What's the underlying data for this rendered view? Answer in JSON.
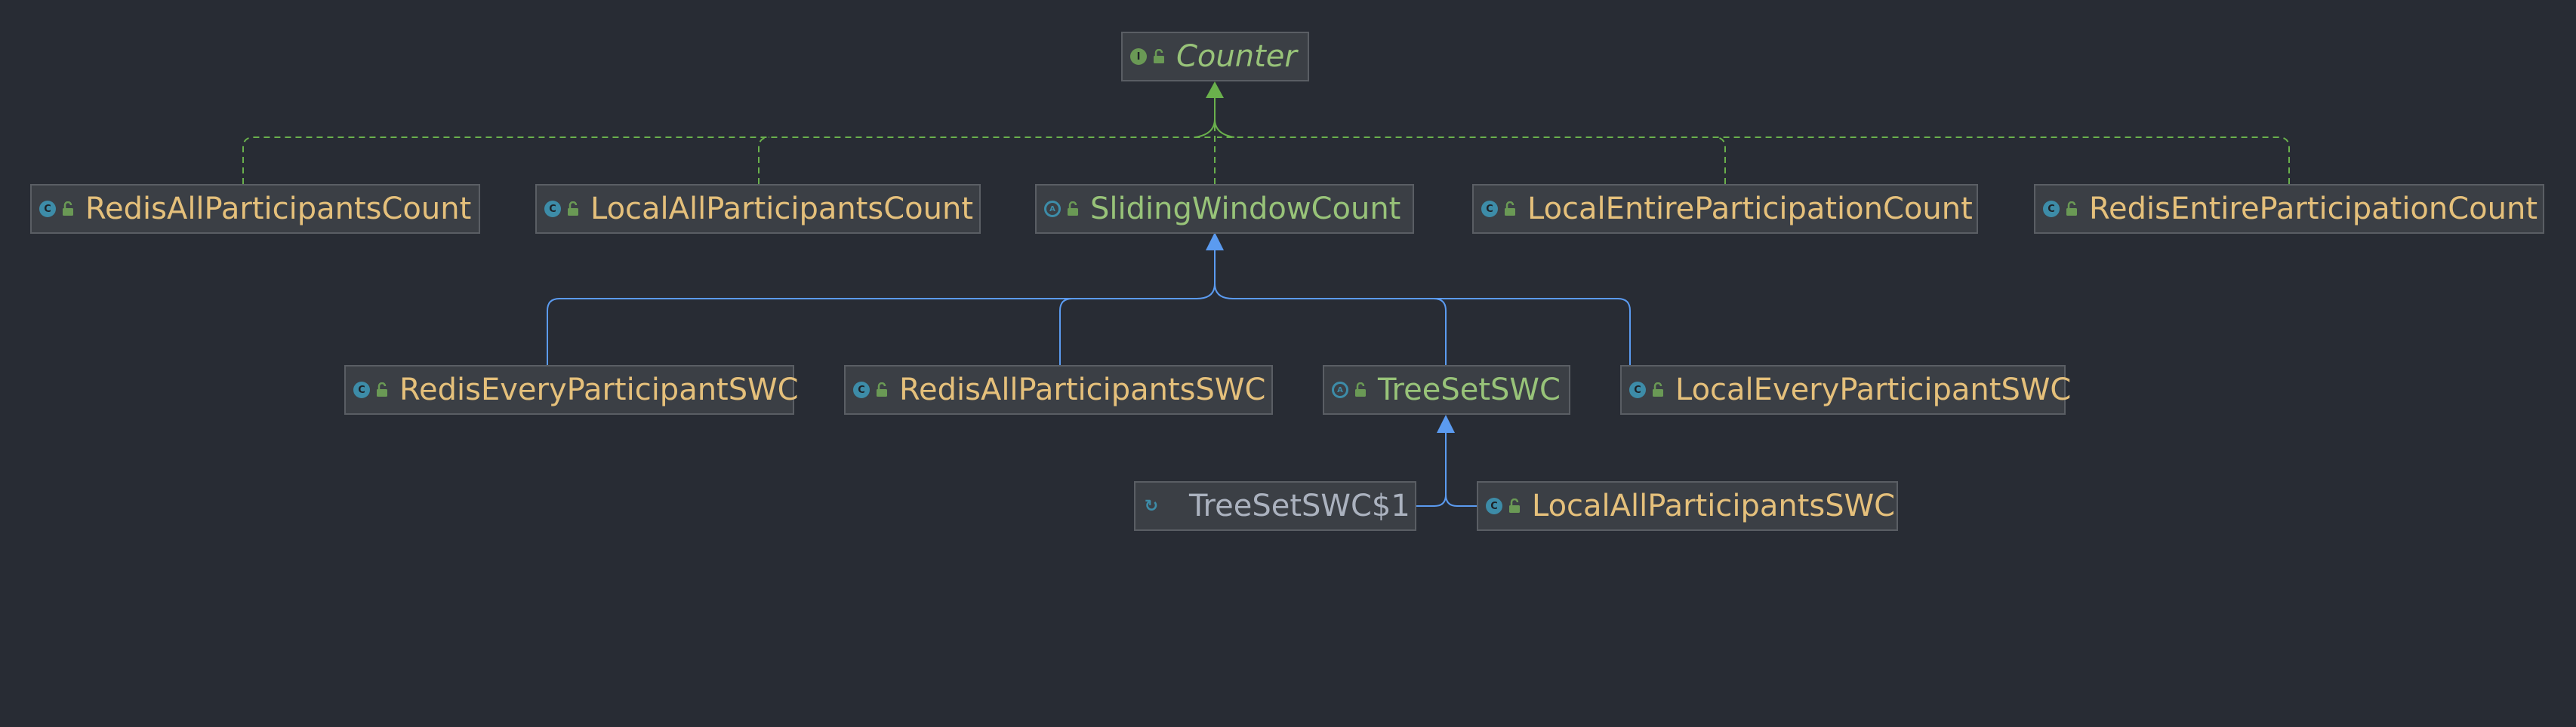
{
  "colors": {
    "background": "#282c34",
    "node_fill": "#3b3f45",
    "node_border": "#5a5e64",
    "implements_edge": "#6ab04c",
    "extends_edge": "#5b9bf0",
    "interface_text": "#98c379",
    "class_text": "#e5c07b",
    "abstract_text": "#98c379",
    "anonymous_text": "#abb2bf"
  },
  "nodes": [
    {
      "id": "counter",
      "label": "Counter",
      "kind": "interface",
      "icon": "interface-icon"
    },
    {
      "id": "redis_all_participants_count",
      "label": "RedisAllParticipantsCount",
      "kind": "class",
      "icon": "class-icon"
    },
    {
      "id": "local_all_participants_count",
      "label": "LocalAllParticipantsCount",
      "kind": "class",
      "icon": "class-icon"
    },
    {
      "id": "sliding_window_count",
      "label": "SlidingWindowCount",
      "kind": "abstract",
      "icon": "abstract-class-icon"
    },
    {
      "id": "local_entire_participation_count",
      "label": "LocalEntireParticipationCount",
      "kind": "class",
      "icon": "class-icon"
    },
    {
      "id": "redis_entire_participation_count",
      "label": "RedisEntireParticipationCount",
      "kind": "class",
      "icon": "class-icon"
    },
    {
      "id": "redis_every_participant_swc",
      "label": "RedisEveryParticipantSWC",
      "kind": "class",
      "icon": "class-icon"
    },
    {
      "id": "redis_all_participants_swc",
      "label": "RedisAllParticipantsSWC",
      "kind": "class",
      "icon": "class-icon"
    },
    {
      "id": "tree_set_swc",
      "label": "TreeSetSWC",
      "kind": "abstract",
      "icon": "abstract-class-icon"
    },
    {
      "id": "local_every_participant_swc",
      "label": "LocalEveryParticipantSWC",
      "kind": "class",
      "icon": "class-icon"
    },
    {
      "id": "tree_set_swc_1",
      "label": "TreeSetSWC$1",
      "kind": "anonymous",
      "icon": "anonymous-class-icon"
    },
    {
      "id": "local_all_participants_swc",
      "label": "LocalAllParticipantsSWC",
      "kind": "class",
      "icon": "class-icon"
    }
  ],
  "edges": [
    {
      "from": "redis_all_participants_count",
      "to": "counter",
      "type": "implements"
    },
    {
      "from": "local_all_participants_count",
      "to": "counter",
      "type": "implements"
    },
    {
      "from": "sliding_window_count",
      "to": "counter",
      "type": "implements"
    },
    {
      "from": "local_entire_participation_count",
      "to": "counter",
      "type": "implements"
    },
    {
      "from": "redis_entire_participation_count",
      "to": "counter",
      "type": "implements"
    },
    {
      "from": "redis_every_participant_swc",
      "to": "sliding_window_count",
      "type": "extends"
    },
    {
      "from": "redis_all_participants_swc",
      "to": "sliding_window_count",
      "type": "extends"
    },
    {
      "from": "tree_set_swc",
      "to": "sliding_window_count",
      "type": "extends"
    },
    {
      "from": "local_every_participant_swc",
      "to": "sliding_window_count",
      "type": "extends"
    },
    {
      "from": "tree_set_swc_1",
      "to": "tree_set_swc",
      "type": "extends"
    },
    {
      "from": "local_all_participants_swc",
      "to": "tree_set_swc",
      "type": "extends"
    }
  ]
}
